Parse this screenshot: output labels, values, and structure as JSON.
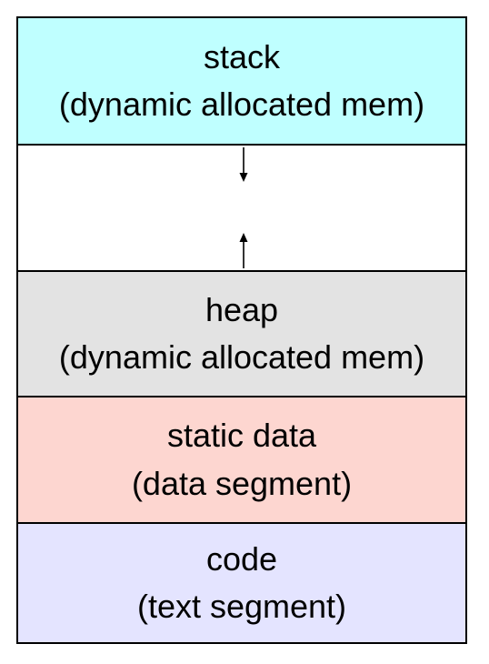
{
  "colors": {
    "stack": "#bfffff",
    "free": "#ffffff",
    "heap": "#e3e3e3",
    "static": "#fdd6d0",
    "code": "#e4e4ff",
    "border": "#000000"
  },
  "segments": {
    "stack": {
      "title": "stack",
      "subtitle": "(dynamic allocated mem)"
    },
    "heap": {
      "title": "heap",
      "subtitle": "(dynamic allocated mem)"
    },
    "static": {
      "title": "static data",
      "subtitle": "(data segment)"
    },
    "code": {
      "title": "code",
      "subtitle": "(text segment)"
    }
  },
  "arrows": {
    "stack_growth": "arrow-down-icon",
    "heap_growth": "arrow-up-icon"
  }
}
